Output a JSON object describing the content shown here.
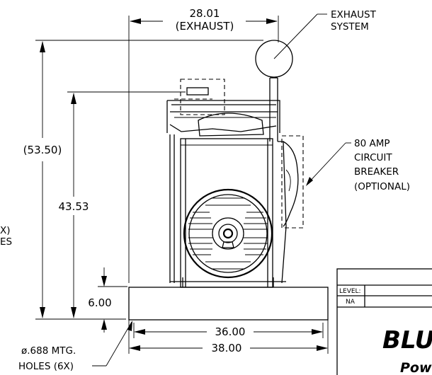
{
  "dimensions": {
    "exhaust_width_value": "28.01",
    "exhaust_width_label": "(EXHAUST)",
    "overall_height": "(53.50)",
    "frame_height": "43.53",
    "base_height": "6.00",
    "base_inner_width": "36.00",
    "base_outer_width": "38.00"
  },
  "callouts": {
    "exhaust_system": [
      "EXHAUST",
      "SYSTEM"
    ],
    "circuit_breaker": [
      "80  AMP",
      "CIRCUIT",
      "BREAKER",
      "(OPTIONAL)"
    ],
    "mounting_holes": [
      "ø.688  MTG.",
      "HOLES  (6X)"
    ],
    "left_edge_fragment": [
      "X)",
      "ES"
    ]
  },
  "title_block": {
    "level_label": "LEVEL:",
    "level_value": "NA",
    "logo_text": "BLU",
    "logo_subtext": "Pow"
  }
}
